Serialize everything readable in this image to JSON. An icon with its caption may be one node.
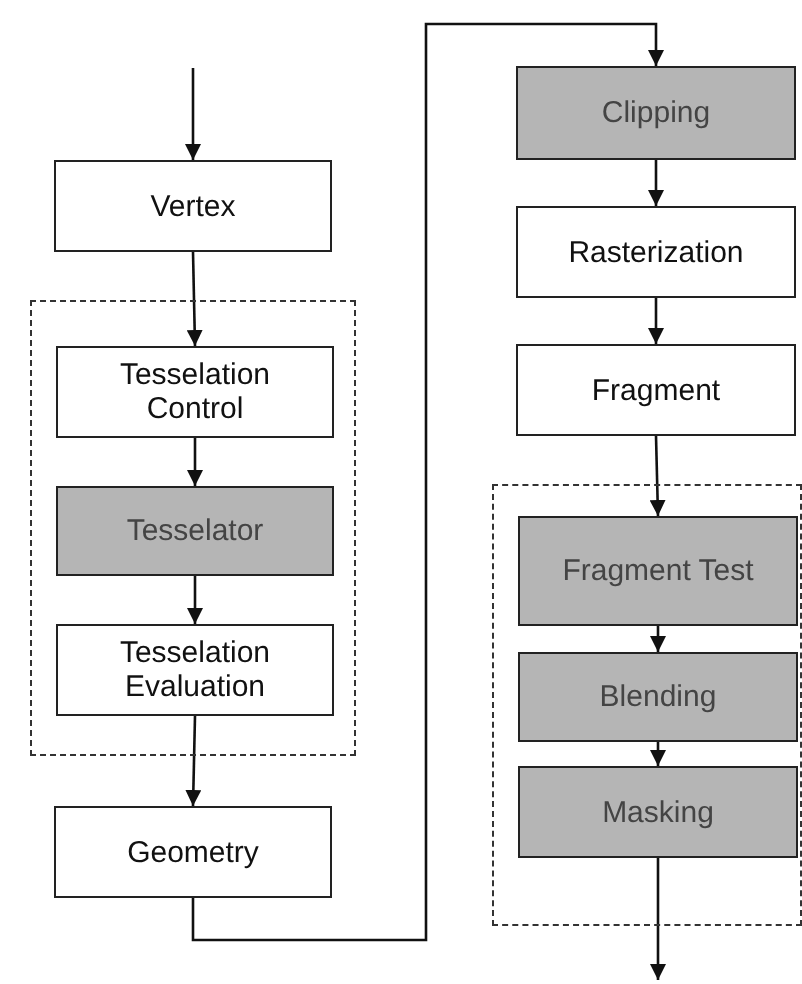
{
  "diagram": {
    "nodes": [
      {
        "text": [
          "Vertex"
        ]
      },
      {
        "text": [],
        "shape": "box"
      },
      {
        "text": [
          "Tesselation Control"
        ],
        "in": 1
      },
      {
        "text": [
          "Tesselator"
        ],
        "in": 1
      },
      {
        "text": [
          "Tesselation Evaluation"
        ],
        "in": 1
      },
      {
        "text": [
          "Geometry"
        ]
      },
      {
        "text": [
          "Clipping"
        ]
      },
      {
        "text": [
          "Rasterization"
        ]
      },
      {
        "text": [
          "Fragment"
        ]
      },
      {
        "text": [],
        "shape": "box"
      },
      {
        "text": [
          "Fragment Test"
        ],
        "in": 9
      },
      {
        "text": [
          "Blending"
        ],
        "in": 9
      },
      {
        "text": [
          "Masking"
        ],
        "in": 9
      }
    ],
    "edges": [
      {
        "from": null,
        "to": 0,
        "arrow": "to"
      },
      {
        "from": 0,
        "to": 2,
        "arrow": "to"
      },
      {
        "from": 2,
        "to": 3,
        "arrow": "to"
      },
      {
        "from": 3,
        "to": 4,
        "arrow": "to"
      },
      {
        "from": 4,
        "to": 5,
        "arrow": "to"
      },
      {
        "from": 5,
        "to": 6,
        "arrow": "to"
      },
      {
        "from": 6,
        "to": 7,
        "arrow": "to"
      },
      {
        "from": 7,
        "to": 8,
        "arrow": "to"
      },
      {
        "from": 8,
        "to": 10,
        "arrow": "to"
      },
      {
        "from": 10,
        "to": 11,
        "arrow": "to"
      },
      {
        "from": 11,
        "to": 12,
        "arrow": "to"
      },
      {
        "from": 12,
        "to": null,
        "arrow": "to"
      }
    ]
  }
}
